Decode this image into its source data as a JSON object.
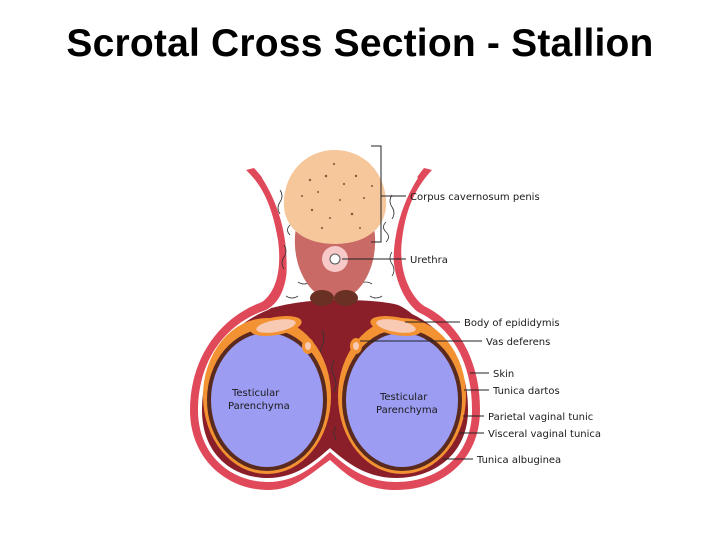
{
  "title": "Scrotal Cross Section - Stallion",
  "labels": {
    "corpus": "Corpus cavernosum penis",
    "urethra": "Urethra",
    "epididymis": "Body of epididymis",
    "vas_deferens": "Vas deferens",
    "skin": "Skin",
    "dartos": "Tunica dartos",
    "parietal": "Parietal vaginal tunic",
    "visceral": "Visceral vaginal tunica",
    "albuginea": "Tunica albuginea"
  },
  "testis": {
    "left_line1": "Testicular",
    "left_line2": "Parenchyma",
    "right_line1": "Testicular",
    "right_line2": "Parenchyma"
  },
  "colors": {
    "skin": "#e0495a",
    "dartos": "#8a1f2a",
    "vaginal_tunic": "#f39233",
    "albuginea": "#5a2a1f",
    "parenchyma": "#9b9cf2",
    "corpus": "#f6c79a",
    "urethra_tissue": "#c96a66",
    "epididymis": "#f8c9b3"
  }
}
